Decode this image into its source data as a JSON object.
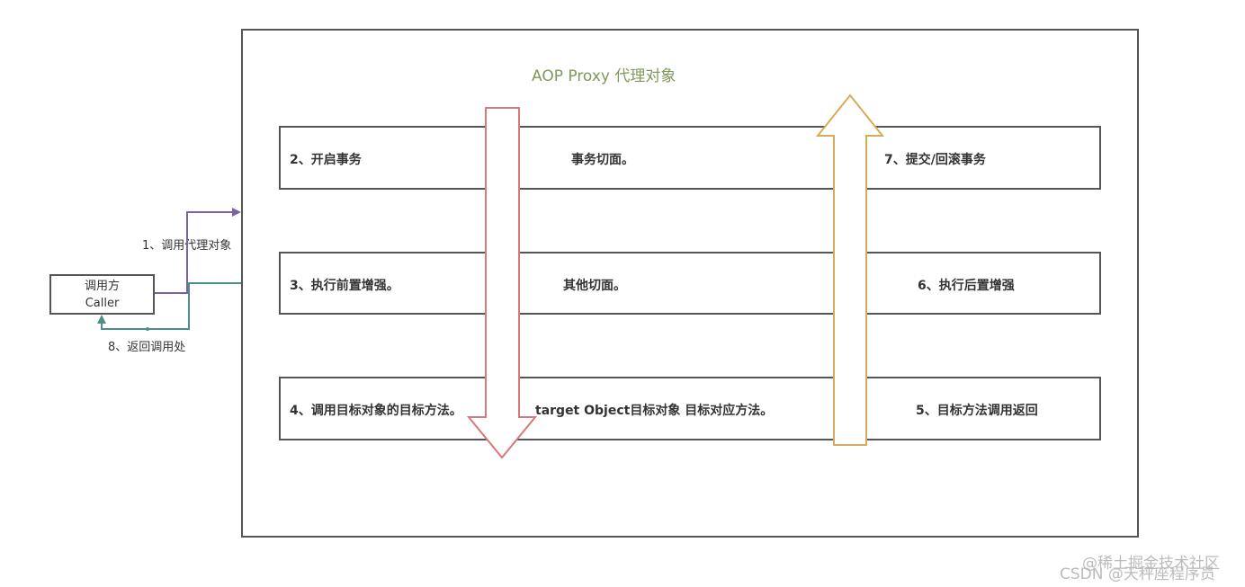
{
  "proxy": {
    "title": "AOP Proxy 代理对象"
  },
  "rows": [
    {
      "left": "2、开启事务",
      "middle": "事务切面。",
      "right": "7、提交/回滚事务"
    },
    {
      "left": "3、执行前置增强。",
      "middle": "其他切面。",
      "right": "6、执行后置增强"
    },
    {
      "left": "4、调用目标对象的目标方法。",
      "middle": "target Object目标对象 目标对应方法。",
      "right": "5、目标方法调用返回"
    }
  ],
  "caller": {
    "line1": "调用方",
    "line2": "Caller"
  },
  "edges": {
    "call": "1、调用代理对象",
    "return": "8、返回调用处"
  },
  "colors": {
    "down_arrow": "#d9777a",
    "up_arrow": "#d6ac5a",
    "call_line": "#7b62a6",
    "return_line": "#4c8f86",
    "title": "#82975a"
  },
  "watermark": {
    "top": "@稀土掘金技术社区",
    "bottom": "CSDN @天秤座程序员"
  }
}
